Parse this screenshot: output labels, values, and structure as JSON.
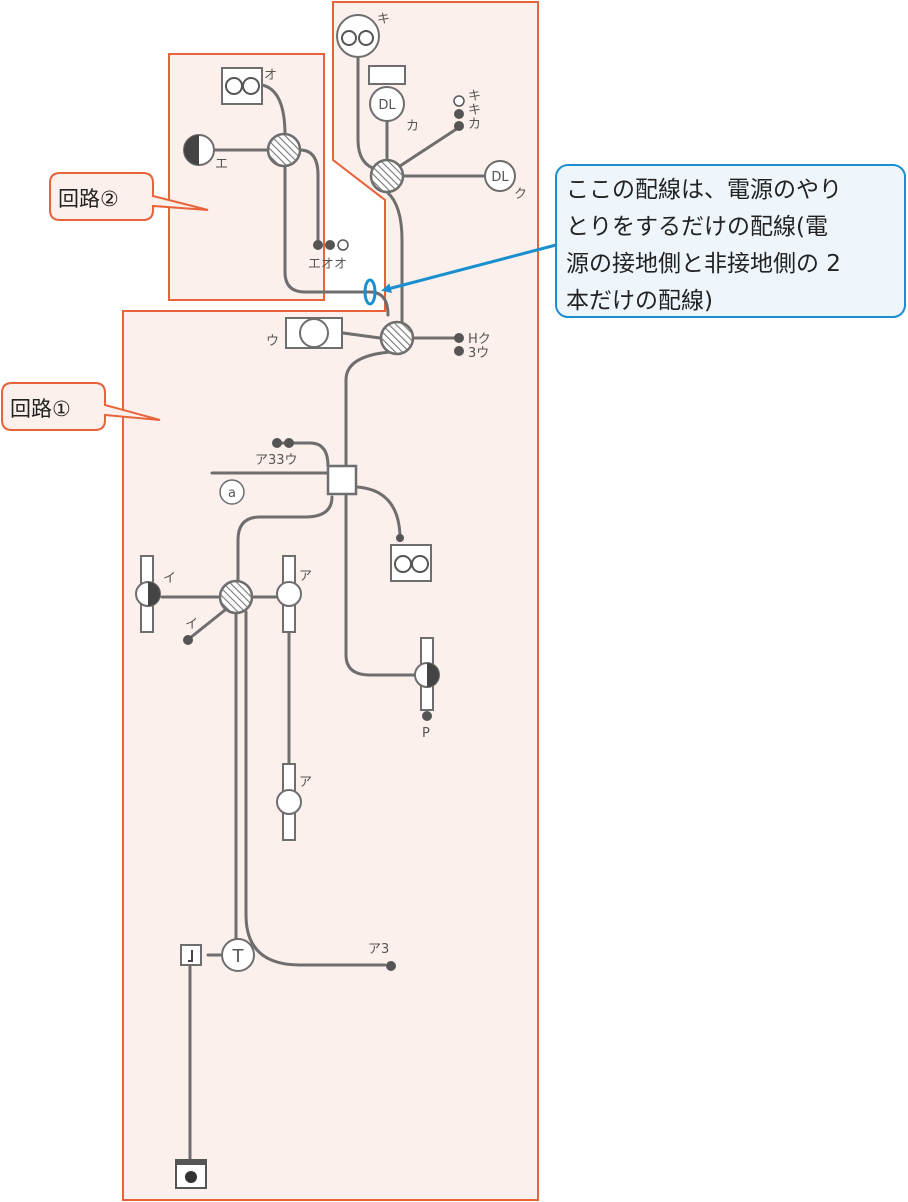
{
  "regions": {
    "circuit1_label": "回路①",
    "circuit2_label": "回路②"
  },
  "callout": {
    "lines": [
      "ここの配線は、電源のやり",
      "とりをするだけの配線(電",
      "源の接地側と非接地側の 2",
      "本だけの配線)"
    ]
  },
  "symbols": {
    "downlight": "DL",
    "thermo": "T",
    "circle_a": "a"
  },
  "labels": {
    "o": "オ",
    "e": "エ",
    "eoo": "エオオ",
    "ki": "キ",
    "ka": "カ",
    "kikika": [
      "キ",
      "キ",
      "カ"
    ],
    "ku": "ク",
    "u": "ウ",
    "hku": "Hク",
    "san_u": "3ウ",
    "a33u": "ア33ウ",
    "i": "イ",
    "a": "ア",
    "p": "P",
    "a3": "ア3"
  },
  "colors": {
    "region_fill": "#fcf0ec",
    "region_border": "#e8623a",
    "wire": "#6e6e6e",
    "callout_fill": "#eef6fb",
    "callout_border": "#1a8fcf",
    "arrow": "#1a8fcf"
  }
}
